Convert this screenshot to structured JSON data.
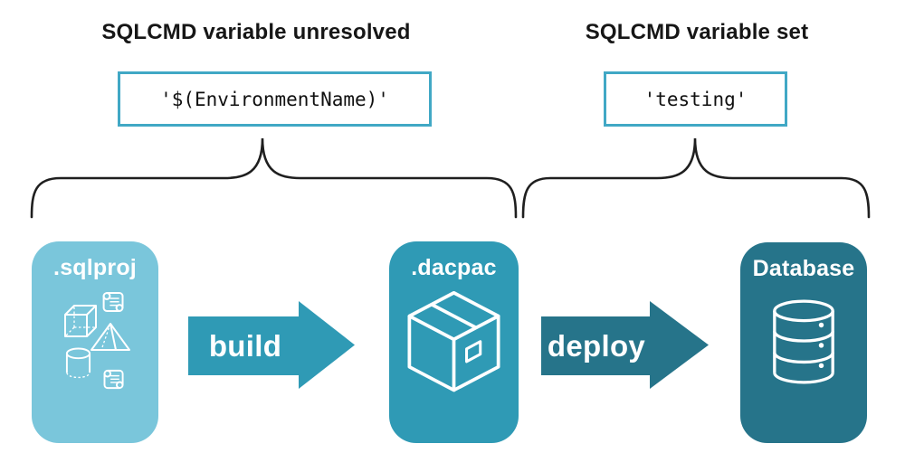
{
  "annotations": {
    "left": {
      "heading": "SQLCMD variable unresolved",
      "code": "'$(EnvironmentName)'"
    },
    "right": {
      "heading": "SQLCMD variable set",
      "code": "'testing'"
    }
  },
  "pipeline": {
    "nodes": [
      {
        "label": ".sqlproj",
        "color": "#7AC6DB",
        "icons": [
          "scroll-icon",
          "cube-icon",
          "pyramid-icon",
          "cylinder-icon",
          "scroll-icon"
        ]
      },
      {
        "label": ".dacpac",
        "color": "#2F9AB5",
        "icons": [
          "package-icon"
        ]
      },
      {
        "label": "Database",
        "color": "#26748A",
        "icons": [
          "database-icon"
        ]
      }
    ],
    "arrows": [
      {
        "label": "build",
        "color": "#2F9AB5"
      },
      {
        "label": "deploy",
        "color": "#26748A"
      }
    ]
  },
  "colors": {
    "node-light": "#7AC6DB",
    "node-mid": "#2F9AB5",
    "node-dark": "#26748A",
    "code-border": "#41A8C5",
    "ink": "#161616",
    "background": "#FFFFFF"
  }
}
